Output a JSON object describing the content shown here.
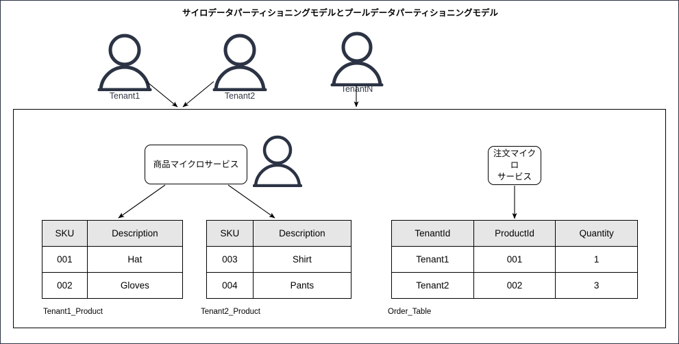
{
  "title": "サイロデータパーティショニングモデルとプールデータパーティショニングモデル",
  "colors": {
    "person_stroke": "#2b3344",
    "border": "#000000",
    "table_header_bg": "#e6e6e6",
    "background": "#ffffff",
    "label_text": "#333a48"
  },
  "tenants": [
    {
      "id": "tenant1",
      "label": "Tenant1",
      "icon": "person-icon"
    },
    {
      "id": "tenant2",
      "label": "Tenant2",
      "icon": "person-icon"
    },
    {
      "id": "tenantn",
      "label": "TenantN",
      "icon": "person-icon"
    }
  ],
  "services": [
    {
      "id": "product-service",
      "label": "商品マイクロサービス"
    },
    {
      "id": "order-service",
      "label": "注文マイクロ\nサービス",
      "line1": "注文マイクロ",
      "line2": "サービス"
    }
  ],
  "service_person_icon": "person-icon",
  "tables": [
    {
      "id": "tenant1-product",
      "caption": "Tenant1_Product",
      "columns": [
        "SKU",
        "Description"
      ],
      "rows": [
        [
          "001",
          "Hat"
        ],
        [
          "002",
          "Gloves"
        ]
      ]
    },
    {
      "id": "tenant2-product",
      "caption": "Tenant2_Product",
      "columns": [
        "SKU",
        "Description"
      ],
      "rows": [
        [
          "003",
          "Shirt"
        ],
        [
          "004",
          "Pants"
        ]
      ]
    },
    {
      "id": "order-table",
      "caption": "Order_Table",
      "columns": [
        "TenantId",
        "ProductId",
        "Quantity"
      ],
      "rows": [
        [
          "Tenant1",
          "001",
          "1"
        ],
        [
          "Tenant2",
          "002",
          "3"
        ]
      ]
    }
  ],
  "connectors": [
    {
      "id": "tenant1-to-silo",
      "from": "tenant1",
      "to": "silo-boundary",
      "style": "arrow"
    },
    {
      "id": "tenant2-to-silo",
      "from": "tenant2",
      "to": "silo-boundary",
      "style": "arrow"
    },
    {
      "id": "tenantn-to-pool",
      "from": "tenantn",
      "to": "pool-boundary",
      "style": "arrow"
    },
    {
      "id": "product-service-to-tenant1-product",
      "from": "product-service",
      "to": "tenant1-product",
      "style": "arrow"
    },
    {
      "id": "product-service-to-tenant2-product",
      "from": "product-service",
      "to": "tenant2-product",
      "style": "arrow"
    },
    {
      "id": "order-service-to-order-table",
      "from": "order-service",
      "to": "order-table",
      "style": "arrow"
    }
  ]
}
